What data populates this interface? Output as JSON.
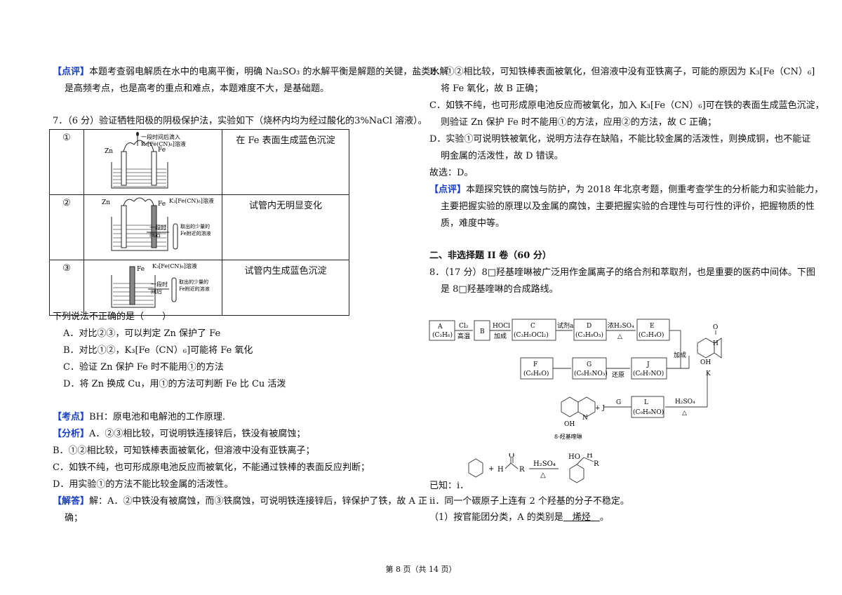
{
  "left": {
    "p1a": "本题考查弱电解质在水中的电离平衡，明确 Na₂SO₃ 的水解平衡是解题的关键，盐类水解",
    "p1b": "是高频考点，也是高考的重点和难点，本题难度不大，是基础题。",
    "q7": "7．（6 分）验证牺牲阳极的阴极保护法，实验如下（烧杯内均为经过酸化的3%NaCl 溶液）。",
    "rows": [
      {
        "num": "①",
        "result": "在 Fe 表面生成蓝色沉淀"
      },
      {
        "num": "②",
        "result": "试管内无明显变化"
      },
      {
        "num": "③",
        "result": "试管内生成蓝色沉淀"
      }
    ],
    "ask": "下列说法不正确的是（　　）",
    "A": "A．对比②③，可以判定 Zn 保护了 Fe",
    "B": "B．对比①②，K₃[Fe（CN）₆]可能将 Fe 氧化",
    "C": "C．验证 Zn 保护 Fe 时不能用①的方法",
    "D": "D．将 Zn 换成 Cu，用①的方法可判断 Fe 比 Cu 活泼",
    "kd_tag": "【考点】",
    "kd": "BH：原电池和电解池的工作原理.",
    "fx_tag": "【分析】",
    "fx": "A．②③相比较，可说明铁连接锌后，铁没有被腐蚀；",
    "fxB": "B．①②相比较，可知铁棒表面被氧化，但溶液中没有亚铁离子；",
    "fxC": "C．如铁不纯，也可形成原电池反应而被氧化，不能通过铁棒的表面反应判断；",
    "fxD": "D．用实验①的方法不能比较金属的活泼性。",
    "jd_tag": "【解答】",
    "jd": "解：A．②中铁没有被腐蚀，而③铁腐蚀，可说明铁连接锌后，锌保护了铁，故 A 正",
    "jd2": "确；",
    "dp_tag": "【点评】",
    "fig": {
      "l1a": "一段时间后滴入",
      "l1b": "K₃[Fe(CN)₆]溶液",
      "l2a": "K₃[Fe(CN)₆]溶液",
      "l2b": "一段时",
      "l2c": "间后",
      "l2d": "取出的少量的",
      "l2e": "Fe附近的溶液",
      "l3a": "K₃[Fe(CN)₆]溶液",
      "l3b": "一段时",
      "l3c": "间后",
      "l3d": "取出的少量的",
      "l3e": "Fe附近的溶液",
      "zn": "Zn",
      "fe": "Fe"
    }
  },
  "right": {
    "B1": "B．①②相比较，可知铁棒表面被氧化，但溶液中没有亚铁离子，可能的原因为 K₃[Fe（CN）₆]",
    "B2": "将 Fe 氧化，故 B 正确；",
    "C1": "C．如铁不纯，也可形成原电池反应而被氧化，加入 K₃[Fe（CN）₆]可在铁的表面生成蓝色沉淀，",
    "C2": "则验证 Zn 保护 Fe 时不能用①的方法，应用②的方法，故 C 正确；",
    "D1": "D．实验①可说明铁被氧化，说明方法存在缺陷，不能比较金属的活泼性，则换成铜，也不能证",
    "D2": "明金属的活泼性，故 D 错误。",
    "ans": "故选：D。",
    "dp_tag": "【点评】",
    "dp1": "本题探究铁的腐蚀与防护，为 2018 年北京考题，侧重考查学生的分析能力和实验能力，",
    "dp2": "主要把握实验的原理以及金属的腐蚀，主要把握实验的合理性与可行性的评价，把握物质的性",
    "dp3": "质，难度中等。",
    "sec": "二、非选择题 II 卷（60 分）",
    "q8a": "8．（17 分）8□羟基喹啉被广泛用作金属离子的络合剂和萃取剂，也是重要的医药中间体。下图",
    "q8b": "是 8□羟基喹啉的合成路线。",
    "known": "已知：i．",
    "ii": "ii．同一个碳原子上连有 2 个羟基的分子不稳定。",
    "q1a": "（1）按官能团分类，A 的类别是",
    "q1ans": "　烯烃　",
    "q1b": "。",
    "scheme": {
      "A": "A",
      "A_f": "(C₃H₆)",
      "Cl2": "Cl₂",
      "hi": "高温",
      "B": "B",
      "HOCl": "HOCl",
      "jc": "加成",
      "C": "C",
      "C_f": "(C₃H₅OCl₂)",
      "sja": "试剂a",
      "D": "D",
      "D_f": "(C₃H₈O₃)",
      "h2so4c": "浓H₂SO₄",
      "delta": "△",
      "E": "E",
      "E_f": "(C₃H₄O)",
      "F": "F",
      "F_f": "(C₆H₆O)",
      "G": "G",
      "G_f": "(C₆H₅NO₃)",
      "hy": "还原",
      "J": "J",
      "J_f": "(C₆H₇NO)",
      "jc2": "加成",
      "K": "K",
      "L": "L",
      "L_f": "(C₉H₉NO)",
      "h2so4": "H₂SO₄",
      "G2": "G",
      "plusJ": "+ J",
      "OH": "OH",
      "N": "N",
      "O": "O",
      "H": "H",
      "prod": "8-羟基喹啉",
      "kR": "R",
      "kH": "H",
      "kO": "O",
      "kHO": "HO",
      "kH2": "H",
      "kR2": "R",
      "kh2so4": "H₂SO₄",
      "kd": "△"
    }
  },
  "footer": "第 8 页（共 14 页）"
}
